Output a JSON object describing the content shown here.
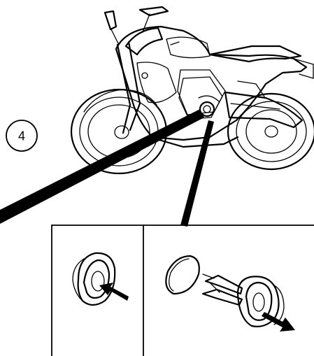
{
  "step": {
    "number": "4"
  },
  "colors": {
    "line": "#000000",
    "background": "#ffffff"
  },
  "icons": {
    "vehicle": "motorcycle-illustration",
    "detail_left": "plug-press-in-illustration",
    "detail_right": "plug-pull-out-illustration"
  }
}
